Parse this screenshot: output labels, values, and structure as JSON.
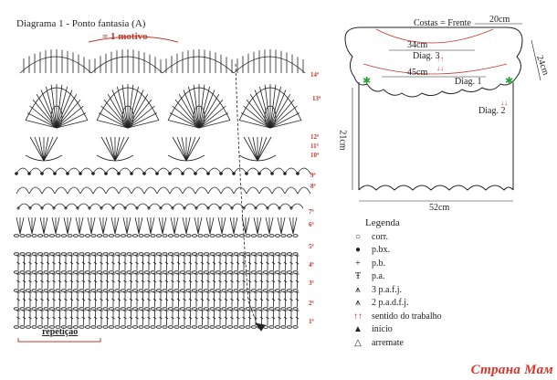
{
  "diagram": {
    "title": "Diagrama 1 - Ponto fantasia (A)",
    "motif_label": "= 1 motivo",
    "repeat_label": "repetição",
    "row_numbers": [
      "14ª",
      "13ª",
      "12ª",
      "11ª",
      "10ª",
      "9ª",
      "8ª",
      "7ª",
      "6ª",
      "5ª",
      "4ª",
      "3ª",
      "2ª",
      "1ª"
    ]
  },
  "schematic": {
    "title": "Costas = Frente",
    "dims": {
      "shoulder": "20cm",
      "neck_inner": "34cm",
      "neck_outer": "45cm",
      "side": "24cm",
      "height": "21cm",
      "bottom": "52cm"
    },
    "diag_labels": [
      "Diag. 3",
      "Diag. 1",
      "Diag. 2"
    ]
  },
  "legend": {
    "title": "Legenda",
    "items": [
      {
        "symbol": "○",
        "label": "corr."
      },
      {
        "symbol": "●",
        "label": "p.bx."
      },
      {
        "symbol": "+",
        "label": "p.b."
      },
      {
        "symbol": "Ŧ",
        "label": "p.a."
      },
      {
        "symbol": "⩚",
        "label": "3 p.a.f.j."
      },
      {
        "symbol": "⩚",
        "label": "2 p.a.d.f.j."
      },
      {
        "symbol": "↑↑",
        "label": "sentido do trabalho"
      },
      {
        "symbol": "▲",
        "label": "início"
      },
      {
        "symbol": "△",
        "label": "arremate"
      }
    ]
  },
  "watermark": "Страна Мам",
  "colors": {
    "accent": "#c0392b",
    "ink": "#222222",
    "marker": "#2e9e3e"
  }
}
